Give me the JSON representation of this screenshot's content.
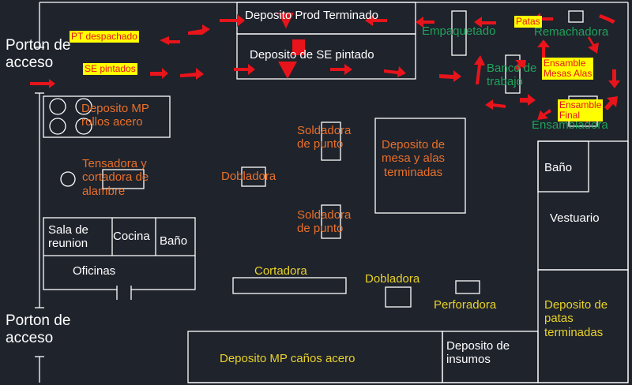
{
  "colors": {
    "background": "#1f232c",
    "lines": "#ffffff",
    "machine_label": "#e8702a",
    "green_label": "#1fa35a",
    "yellow_label": "#e8d22a",
    "arrow": "#e8141b",
    "tag_bg": "#ffff00"
  },
  "gates": {
    "top": "Porton de\nacceso",
    "bottom": "Porton de\nacceso"
  },
  "rooms": {
    "deposito_pt": "Deposito Prod Terminado",
    "deposito_se": "Deposito de SE pintado",
    "empaquetado": "Empaquetado",
    "remachadora": "Remachadora",
    "banco_trabajo": "Banco de\ntrabajo",
    "ensambladora": "Ensambladora",
    "deposito_mp_rollos": "Deposito MP\nrollos acero",
    "tensadora": "Tensadora y\ncortadora de\nalambre",
    "dobladora_1": "Dobladora",
    "soldadora_1": "Soldadora\nde punto",
    "soldadora_2": "Soldadora\nde punto",
    "deposito_mesa": "Deposito de\nmesa y alas\nterminadas",
    "bano_right": "Baño",
    "vestuario": "Vestuario",
    "sala_reunion": "Sala de\nreunion",
    "cocina": "Cocina",
    "bano_left": "Baño",
    "oficinas": "Oficinas",
    "cortadora": "Cortadora",
    "dobladora_2": "Dobladora",
    "perforadora": "Perforadora",
    "deposito_patas": "Deposito de\npatas\nterminadas",
    "deposito_mp_canos": "Deposito MP caños acero",
    "deposito_insumos": "Deposito de\ninsumos"
  },
  "tags": {
    "pt_despachado": "PT despachado",
    "se_pintados": "SE pintados",
    "patas": "Patas",
    "ensamble_mesas": "Ensamble\nMesas Alas",
    "ensamble_final": "Ensamble\nFinal"
  }
}
